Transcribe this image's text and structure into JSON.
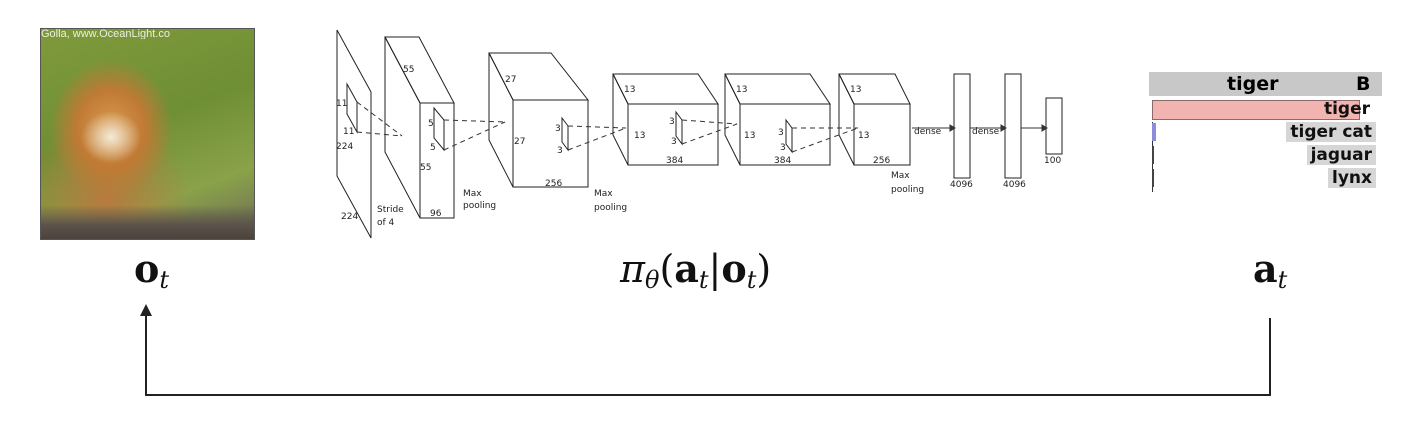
{
  "photo": {
    "watermark": "Golla, www.OceanLight.co"
  },
  "network": {
    "input": {
      "dim_side": "224",
      "dim_bottom": "224",
      "kernel": "11",
      "kernel2": "11"
    },
    "conv1": {
      "top": "55",
      "mid": "55",
      "depth": "96",
      "stride_line1": "Stride",
      "stride_line2": "of 4",
      "kernel": "5",
      "kernel2": "5"
    },
    "pool1_line1": "Max",
    "pool1_line2": "pooling",
    "conv2": {
      "top": "27",
      "side": "27",
      "depth": "256",
      "kernel": "3",
      "kernel2": "3"
    },
    "pool2_line1": "Max",
    "pool2_line2": "pooling",
    "conv3": {
      "top": "13",
      "side": "13",
      "depth": "384",
      "kernel": "3",
      "kernel2": "3"
    },
    "conv4": {
      "top": "13",
      "side": "13",
      "depth": "384",
      "kernel": "3",
      "kernel2": "3"
    },
    "conv5": {
      "top": "13",
      "side": "13",
      "depth": "256"
    },
    "pool3_line1": "Max",
    "pool3_line2": "pooling",
    "dense1_label": "dense",
    "dense2_label": "dense",
    "fc1": "4096",
    "fc2": "4096",
    "fc3": "100"
  },
  "predictions": {
    "header_col1": "tiger",
    "header_col2": "B",
    "colors": {
      "top_bar": "#f2b4b0",
      "second_bar": "#8c8cd8",
      "rest_bar": "#444444"
    },
    "items": [
      {
        "label": "tiger",
        "value": 0.97
      },
      {
        "label": "tiger cat",
        "value": 0.02
      },
      {
        "label": "jaguar",
        "value": 0.005
      },
      {
        "label": "lynx",
        "value": 0.003
      }
    ]
  },
  "labels": {
    "observation_bold": "o",
    "observation_sub": "t",
    "policy_pi": "π",
    "policy_theta": "θ",
    "policy_open": "(",
    "policy_action": "a",
    "policy_t1": "t",
    "policy_bar": "|",
    "policy_obs": "o",
    "policy_t2": "t",
    "policy_close": ")",
    "action_bold": "a",
    "action_sub": "t"
  }
}
